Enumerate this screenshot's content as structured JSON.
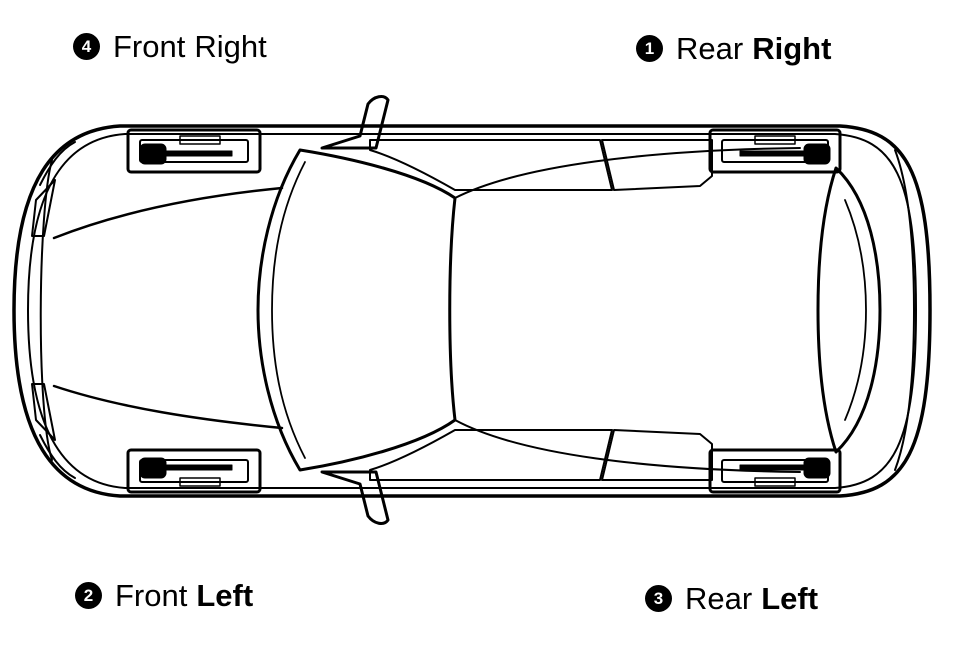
{
  "diagram": {
    "labels": {
      "front_right": {
        "number": "4",
        "word_a": "Front",
        "word_b": "Right",
        "word_b_bold": false
      },
      "rear_right": {
        "number": "1",
        "word_a": "Rear",
        "word_b": "Right",
        "word_b_bold": true
      },
      "front_left": {
        "number": "2",
        "word_a": "Front",
        "word_b": "Left",
        "word_b_bold": true
      },
      "rear_left": {
        "number": "3",
        "word_a": "Rear",
        "word_b": "Left",
        "word_b_bold": true
      }
    },
    "colors": {
      "ink": "#000000",
      "background": "#ffffff"
    }
  }
}
